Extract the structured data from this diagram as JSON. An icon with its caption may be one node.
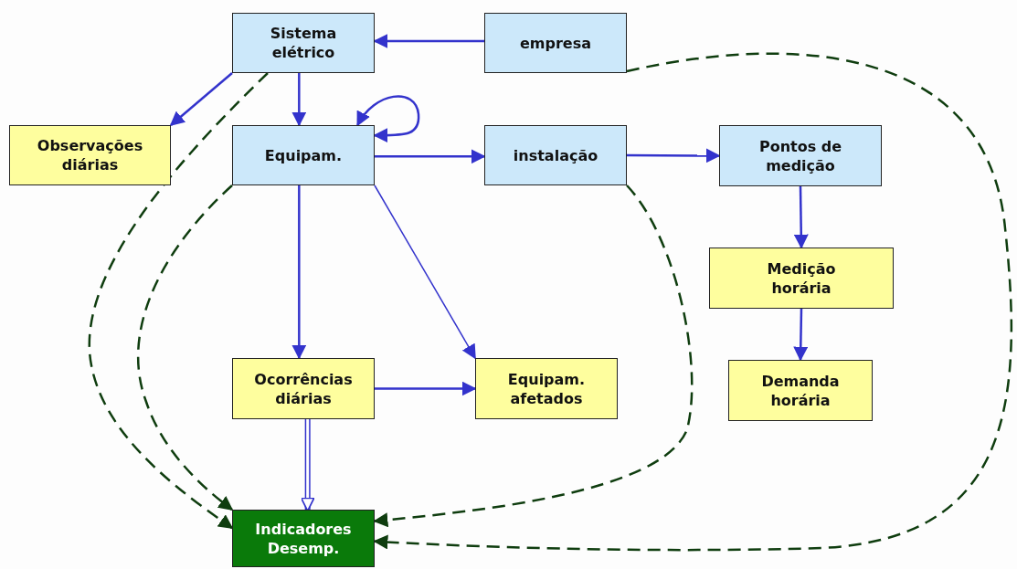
{
  "diagram": {
    "nodes": [
      {
        "text": [
          "Sistema elétrico"
        ]
      },
      {
        "text": [
          "empresa"
        ]
      },
      {
        "text": [
          "Observações diárias"
        ]
      },
      {
        "text": [
          "Equipam."
        ]
      },
      {
        "text": [
          "instalação"
        ]
      },
      {
        "text": [
          "Pontos de medição"
        ]
      },
      {
        "text": [
          "Medição horária"
        ]
      },
      {
        "text": [
          "Ocorrências diárias"
        ]
      },
      {
        "text": [
          "Equipam. afetados"
        ]
      },
      {
        "text": [
          "Demanda horária"
        ]
      },
      {
        "text": [
          "Indicadores Desemp."
        ]
      }
    ],
    "edges": [
      {
        "from": 1,
        "to": 0,
        "arrow": "to"
      },
      {
        "from": 0,
        "to": 2,
        "arrow": "to"
      },
      {
        "from": 0,
        "to": 3,
        "arrow": "to"
      },
      {
        "from": 3,
        "to": 3,
        "arrow": "both"
      },
      {
        "from": 3,
        "to": 4,
        "arrow": "to"
      },
      {
        "from": 4,
        "to": 5,
        "arrow": "to"
      },
      {
        "from": 5,
        "to": 6,
        "arrow": "to"
      },
      {
        "from": 6,
        "to": 9,
        "arrow": "to"
      },
      {
        "from": 3,
        "to": 7,
        "arrow": "to"
      },
      {
        "from": 3,
        "to": 8,
        "arrow": "to"
      },
      {
        "from": 7,
        "to": 8,
        "arrow": "to"
      },
      {
        "from": 7,
        "to": 10,
        "arrow": "to",
        "style": "thick"
      },
      {
        "from": 0,
        "to": 10,
        "arrow": "to",
        "style": "dashed",
        "color": "#0f3d0f"
      },
      {
        "from": 3,
        "to": 10,
        "arrow": "to",
        "style": "dashed",
        "color": "#0f3d0f"
      },
      {
        "from": 4,
        "to": 10,
        "arrow": "to",
        "style": "dashed",
        "color": "#0f3d0f"
      },
      {
        "from": 1,
        "to": 10,
        "arrow": "to",
        "style": "dashed",
        "color": "#0f3d0f"
      }
    ]
  }
}
